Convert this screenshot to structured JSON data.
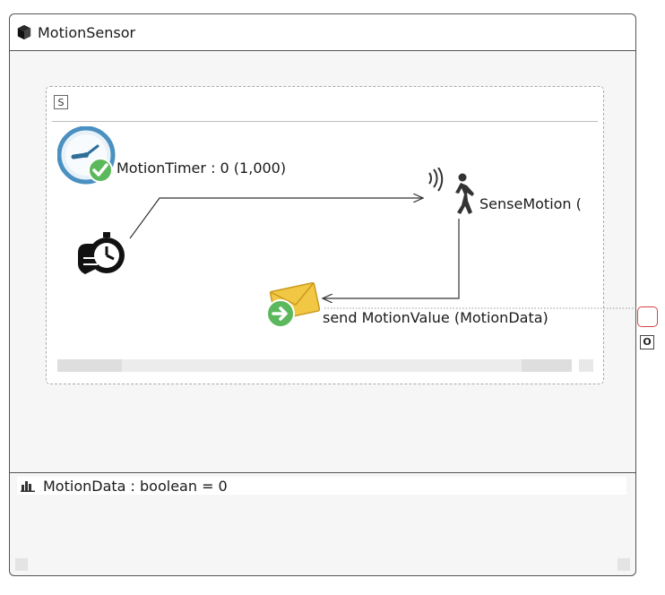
{
  "block": {
    "title": "MotionSensor",
    "icon": "cube-icon"
  },
  "state_machine": {
    "badge": "S"
  },
  "elements": {
    "timer_label": "MotionTimer : 0 (1,000)",
    "sense_label": "SenseMotion (",
    "send_label": "send MotionValue (MotionData)"
  },
  "attribute": {
    "label": "MotionData : boolean = 0",
    "icon": "bar-chart-icon"
  },
  "port": {
    "label": "O"
  },
  "colors": {
    "timer_ring": "#4a90c0",
    "check_green": "#5cb85c",
    "envelope": "#f2c744",
    "port_border": "#d64545"
  }
}
